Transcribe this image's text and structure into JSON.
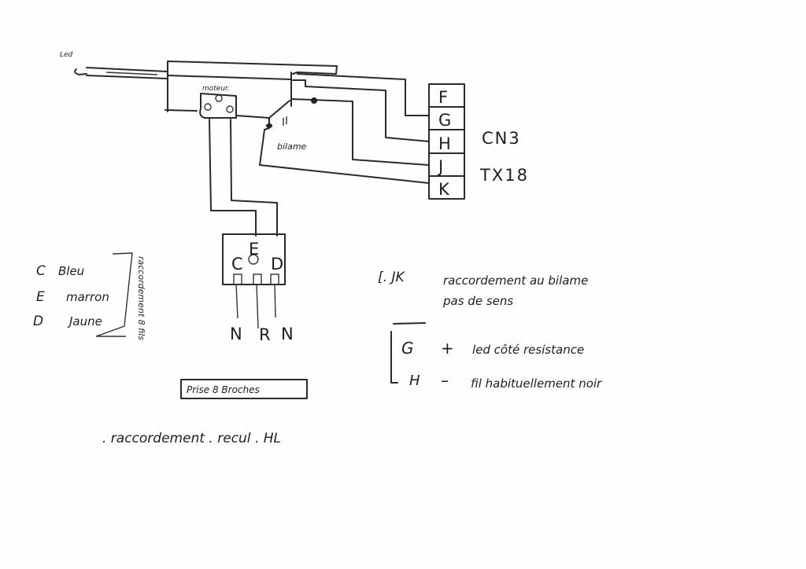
{
  "diagram": {
    "labels": {
      "led": "Led",
      "moteur": "moteur.",
      "bilame": "bilame",
      "connector_block": "CN3",
      "board": "TX18",
      "plug": "Prise 8 Broches",
      "wiring_vertical": "raccordement 8 fils"
    },
    "terminals": [
      "F",
      "G",
      "H",
      "J",
      "K"
    ],
    "plug_pins": {
      "top": "E",
      "left": "C",
      "right": "D"
    },
    "plug_wire_colors": [
      "N",
      "R",
      "N"
    ],
    "legend": [
      {
        "pin": "C",
        "color": "Bleu"
      },
      {
        "pin": "E",
        "color": "marron"
      },
      {
        "pin": "D",
        "color": "Jaune"
      }
    ],
    "notes": {
      "jk_prefix": "[. JK",
      "jk_line1": "raccordement au bilame",
      "jk_line2": "pas de sens",
      "g_pin": "G",
      "g_sign": "+",
      "g_text": "led côté resistance",
      "h_pin": "H",
      "h_sign": "–",
      "h_text": "fil habituellement noir"
    },
    "footer": ". raccordement . recul . HL"
  }
}
